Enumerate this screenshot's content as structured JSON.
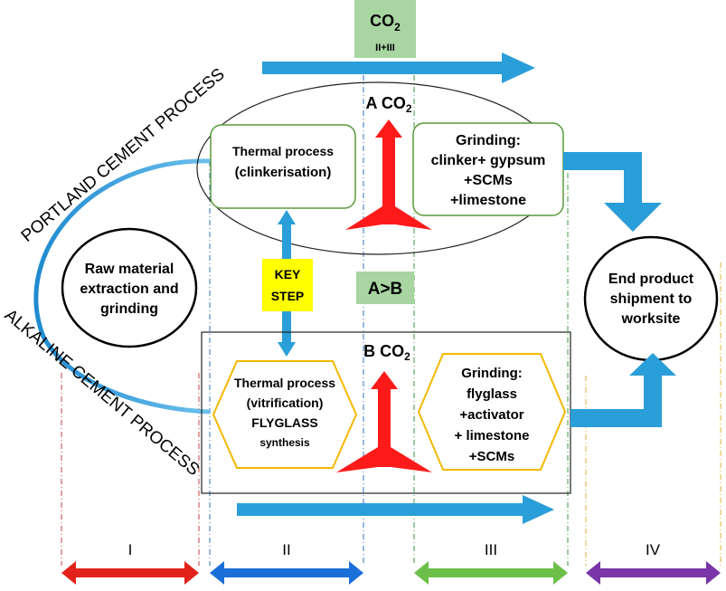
{
  "co2_top": {
    "label": "CO",
    "subscript": "2",
    "note": "II+III"
  },
  "portland_label": "PORTLAND CEMENT PROCESS",
  "alkaline_label": "ALKALINE CEMENT PROCESS",
  "portland": {
    "co2_label": "A  CO",
    "co2_subscript": "2",
    "thermal": [
      "Thermal process",
      "(clinkerisation)"
    ],
    "grinding": [
      "Grinding:",
      "clinker+ gypsum",
      "+SCMs",
      "+limestone"
    ]
  },
  "alkaline": {
    "co2_label": "B CO",
    "co2_subscript": "2",
    "thermal": [
      "Thermal process",
      "(vitrification)",
      "FLYGLASS",
      "synthesis"
    ],
    "grinding": [
      "Grinding:",
      "flyglass",
      "+activator",
      "+ limestone",
      "+SCMs"
    ]
  },
  "raw_material": [
    "Raw material",
    "extraction and",
    "grinding"
  ],
  "end_product": [
    "End product",
    "shipment to",
    "worksite"
  ],
  "key_step": [
    "KEY",
    "STEP"
  ],
  "comparison": "A>B",
  "stages": [
    {
      "label": "I",
      "color": "#e3231b"
    },
    {
      "label": "II",
      "color": "#1a6fd9"
    },
    {
      "label": "III",
      "color": "#6cc04a"
    },
    {
      "label": "IV",
      "color": "#7a35a8"
    }
  ],
  "colors": {
    "flow_arrow": "#2a9ed8",
    "co2_arrow": "#ff1a1a",
    "green_box": "#a8d5a2",
    "key_step": "#ffff00",
    "hexagon": "#f5b800",
    "rounded_box": "#5a9a3c"
  }
}
